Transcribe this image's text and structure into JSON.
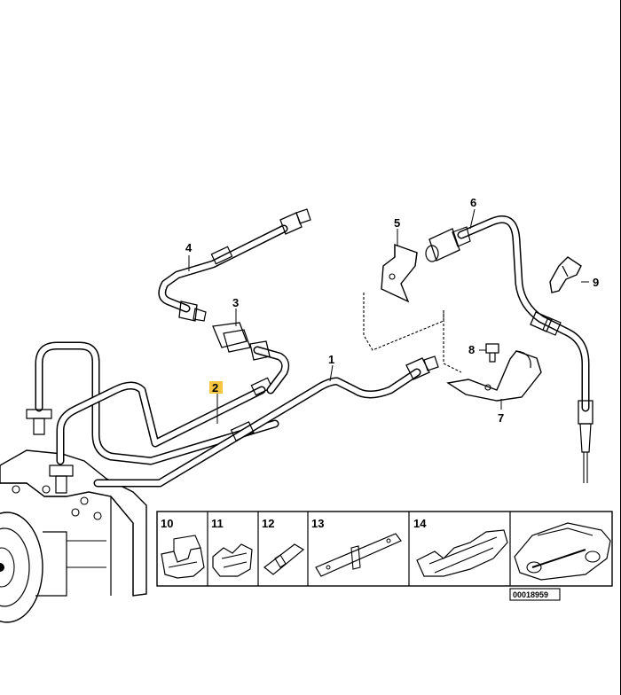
{
  "callouts": {
    "c1": "1",
    "c2": "2",
    "c3": "3",
    "c4": "4",
    "c5": "5",
    "c6": "6",
    "c7": "7",
    "c8": "8",
    "c9": "9"
  },
  "clips": [
    "10",
    "11",
    "12",
    "13",
    "14"
  ],
  "diagram_code": "00018959",
  "colors": {
    "highlight": "#f7c53f",
    "ink": "#000000"
  }
}
